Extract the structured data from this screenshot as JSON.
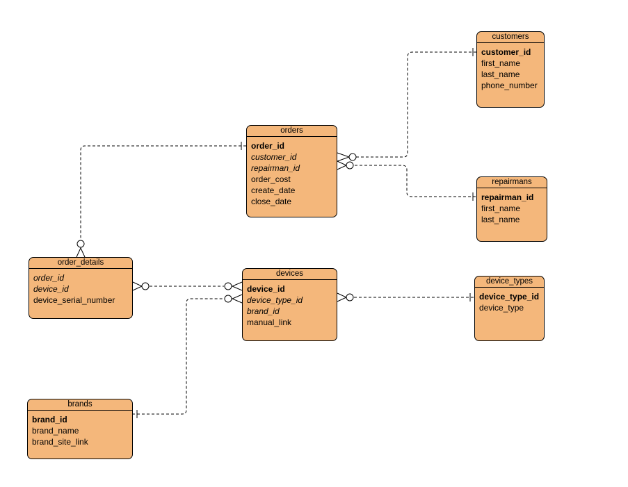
{
  "entities": {
    "customers": {
      "title": "customers",
      "fields": [
        {
          "name": "customer_id",
          "kind": "pk"
        },
        {
          "name": "first_name",
          "kind": "plain"
        },
        {
          "name": "last_name",
          "kind": "plain"
        },
        {
          "name": "phone_number",
          "kind": "plain"
        }
      ]
    },
    "orders": {
      "title": "orders",
      "fields": [
        {
          "name": "order_id",
          "kind": "pk"
        },
        {
          "name": "customer_id",
          "kind": "fk"
        },
        {
          "name": "repairman_id",
          "kind": "fk"
        },
        {
          "name": "order_cost",
          "kind": "plain"
        },
        {
          "name": "create_date",
          "kind": "plain"
        },
        {
          "name": "close_date",
          "kind": "plain"
        }
      ]
    },
    "repairmans": {
      "title": "repairmans",
      "fields": [
        {
          "name": "repairman_id",
          "kind": "pk"
        },
        {
          "name": "first_name",
          "kind": "plain"
        },
        {
          "name": "last_name",
          "kind": "plain"
        }
      ]
    },
    "order_details": {
      "title": "order_details",
      "fields": [
        {
          "name": "order_id",
          "kind": "fk"
        },
        {
          "name": "device_id",
          "kind": "fk"
        },
        {
          "name": "device_serial_number",
          "kind": "plain"
        }
      ]
    },
    "devices": {
      "title": "devices",
      "fields": [
        {
          "name": "device_id",
          "kind": "pk"
        },
        {
          "name": "device_type_id",
          "kind": "fk"
        },
        {
          "name": "brand_id",
          "kind": "fk"
        },
        {
          "name": "manual_link",
          "kind": "plain"
        }
      ]
    },
    "device_types": {
      "title": "device_types",
      "fields": [
        {
          "name": "device_type_id",
          "kind": "pk"
        },
        {
          "name": "device_type",
          "kind": "plain"
        }
      ]
    },
    "brands": {
      "title": "brands",
      "fields": [
        {
          "name": "brand_id",
          "kind": "pk"
        },
        {
          "name": "brand_name",
          "kind": "plain"
        },
        {
          "name": "brand_site_link",
          "kind": "plain"
        }
      ]
    }
  },
  "relationships": [
    {
      "from": "customers",
      "from_card": "one",
      "to": "orders",
      "to_card": "zero-or-many"
    },
    {
      "from": "repairmans",
      "from_card": "one",
      "to": "orders",
      "to_card": "zero-or-many"
    },
    {
      "from": "orders",
      "from_card": "one",
      "to": "order_details",
      "to_card": "zero-or-many"
    },
    {
      "from": "devices",
      "from_card": "zero-or-many",
      "to": "order_details",
      "to_card": "zero-or-many"
    },
    {
      "from": "device_types",
      "from_card": "one",
      "to": "devices",
      "to_card": "zero-or-many"
    },
    {
      "from": "brands",
      "from_card": "one",
      "to": "devices",
      "to_card": "zero-or-many"
    }
  ],
  "colors": {
    "entity_fill": "#f4b77b",
    "stroke": "#000000",
    "background": "#ffffff"
  }
}
